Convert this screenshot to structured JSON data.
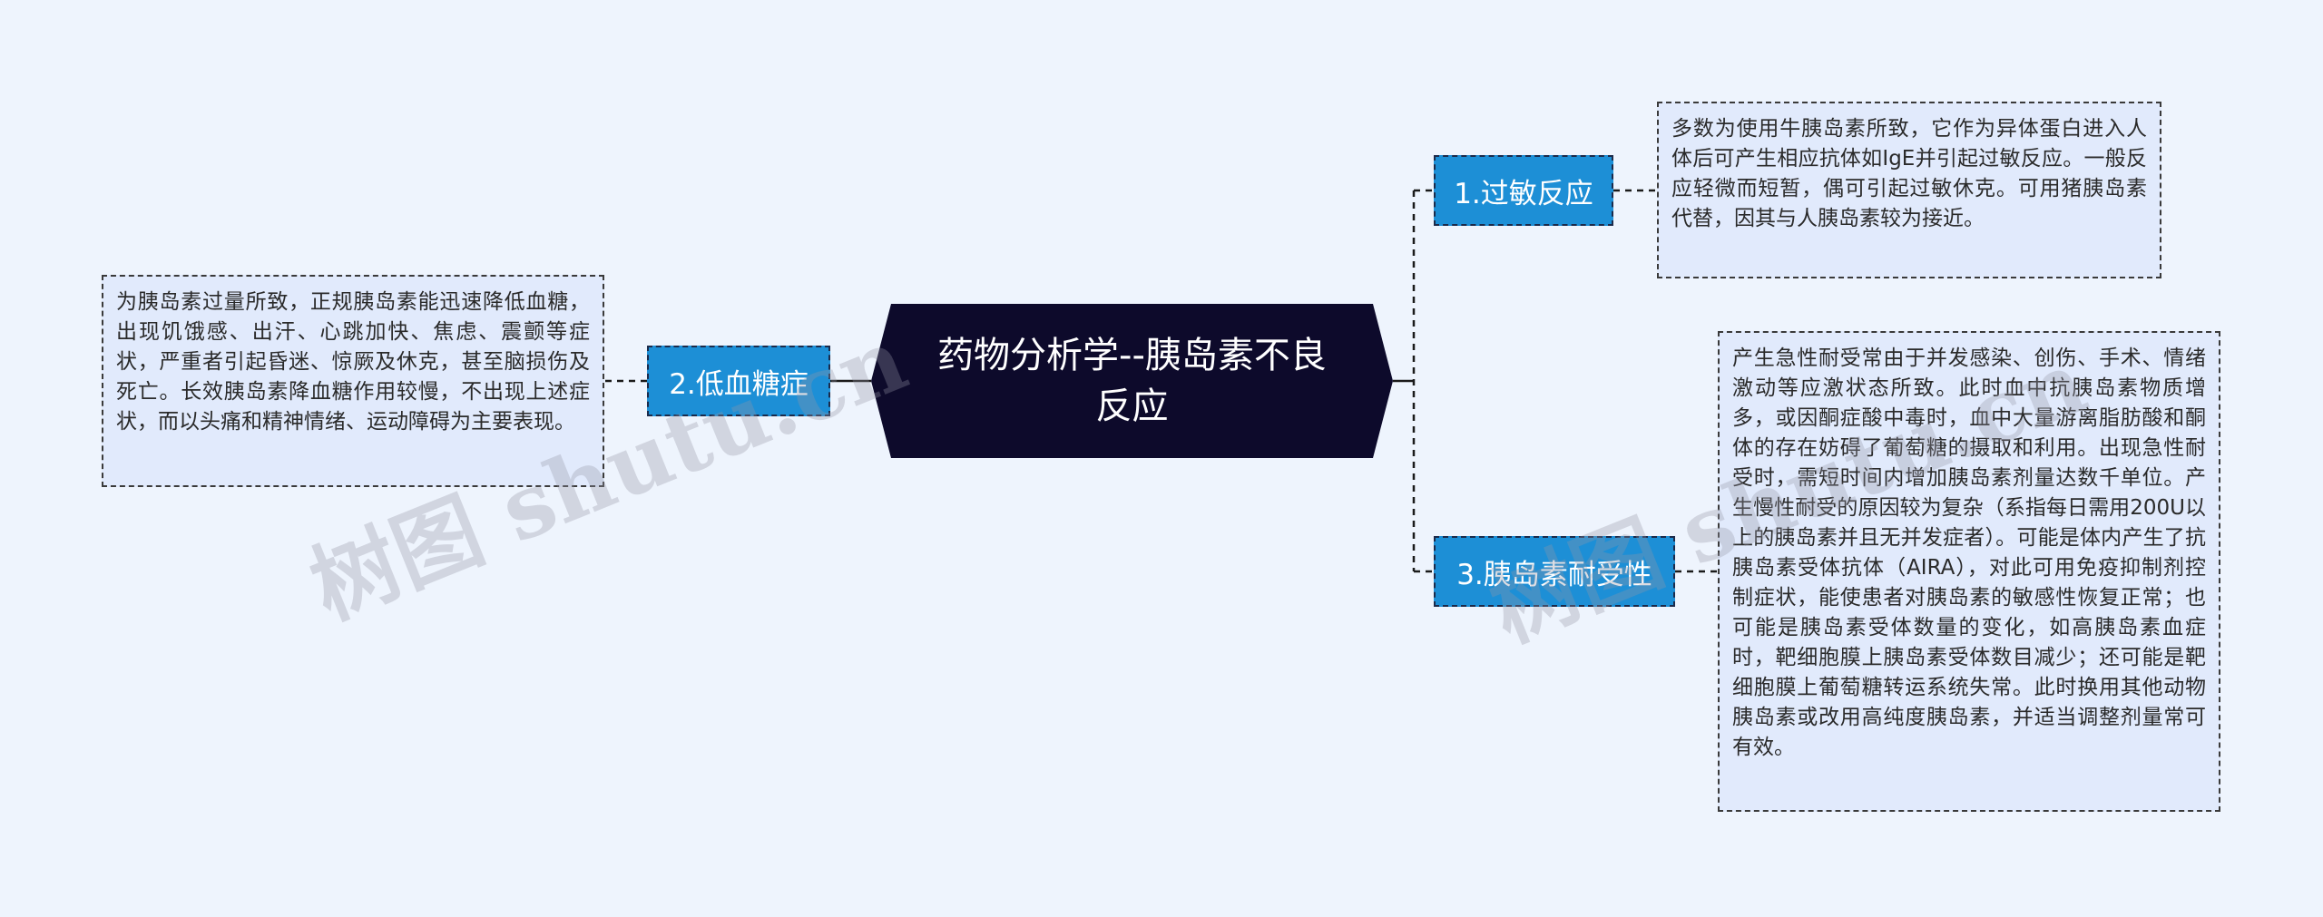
{
  "central": {
    "title": "药物分析学--胰岛素不良反应"
  },
  "branches": [
    {
      "label": "1.过敏反应",
      "detail": "多数为使用牛胰岛素所致，它作为异体蛋白进入人体后可产生相应抗体如IgE并引起过敏反应。一般反应轻微而短暂，偶可引起过敏休克。可用猪胰岛素代替，因其与人胰岛素较为接近。"
    },
    {
      "label": "2.低血糖症",
      "detail": "为胰岛素过量所致，正规胰岛素能迅速降低血糖，出现饥饿感、出汗、心跳加快、焦虑、震颤等症状，严重者引起昏迷、惊厥及休克，甚至脑损伤及死亡。长效胰岛素降血糖作用较慢，不出现上述症状，而以头痛和精神情绪、运动障碍为主要表现。"
    },
    {
      "label": "3.胰岛素耐受性",
      "detail": "产生急性耐受常由于并发感染、创伤、手术、情绪激动等应激状态所致。此时血中抗胰岛素物质增多，或因酮症酸中毒时，血中大量游离脂肪酸和酮体的存在妨碍了葡萄糖的摄取和利用。出现急性耐受时，需短时间内增加胰岛素剂量达数千单位。产生慢性耐受的原因较为复杂（系指每日需用200U以上的胰岛素并且无并发症者）。可能是体内产生了抗胰岛素受体抗体（AIRA），对此可用免疫抑制剂控制症状，能使患者对胰岛素的敏感性恢复正常；也可能是胰岛素受体数量的变化，如高胰岛素血症时，靶细胞膜上胰岛素受体数目减少；还可能是靶细胞膜上葡萄糖转运系统失常。此时换用其他动物胰岛素或改用高纯度胰岛素，并适当调整剂量常可有效。"
    }
  ],
  "watermarks": [
    "树图 shutu.cn",
    "树图 shutu.cn"
  ],
  "colors": {
    "background": "#eef4fd",
    "central_fill": "#0d0a2b",
    "branch_fill": "#1d8fd6",
    "leaf_fill": "#e1eafc",
    "connector": "#1b1b1b"
  }
}
